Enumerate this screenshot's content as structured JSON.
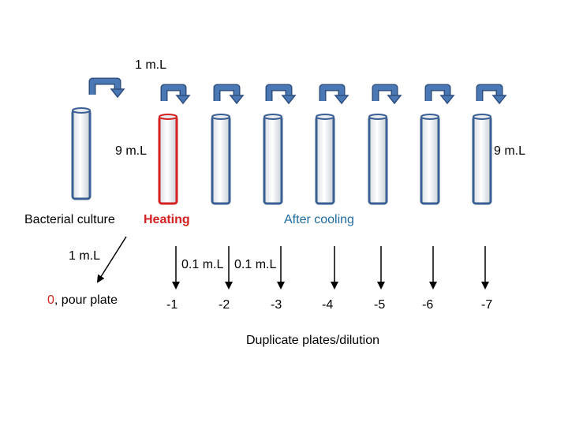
{
  "labels": {
    "transfer_volume": "1 m.L",
    "diluent_left": "9 m.L",
    "diluent_right": "9 m.L",
    "bacterial_culture": "Bacterial culture",
    "heating": "Heating",
    "after_cooling": "After cooling",
    "plate_volume_1": "1 m.L",
    "plate_volume_2": "0.1 m.L",
    "plate_volume_3": "0.1 m.L",
    "pour_plate_number": "0",
    "pour_plate_text": ", pour plate",
    "duplicate_plates": "Duplicate plates/dilution"
  },
  "dilutions": [
    "-1",
    "-2",
    "-3",
    "-4",
    "-5",
    "-6",
    "-7"
  ],
  "colors": {
    "tube_blue": "#3a5f92",
    "tube_red": "#d22222",
    "arrow_blue": "#4a78b4",
    "heating_red": "#d22222",
    "after_cooling_blue": "#1f6aa0",
    "zero_red": "#d22222"
  }
}
